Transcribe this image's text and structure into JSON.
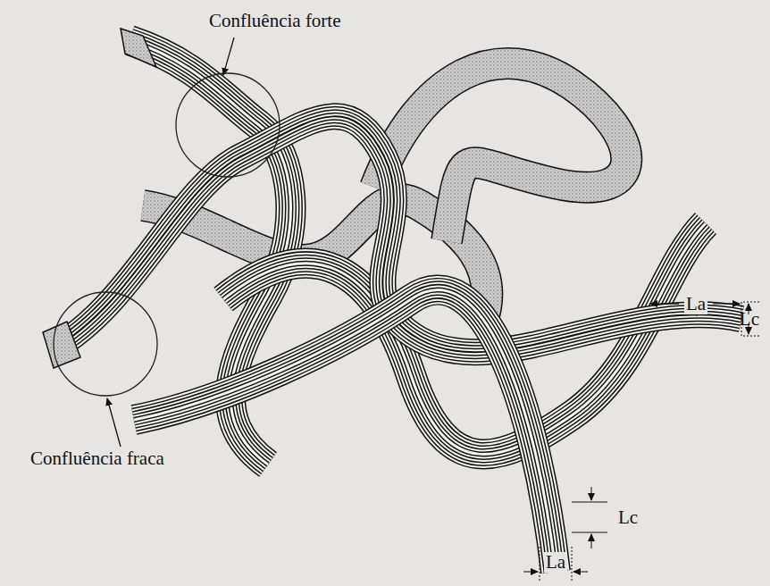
{
  "diagram": {
    "labels": [
      "Confluência forte",
      "Confluência fraca",
      "La",
      "Lc",
      "Lc",
      "La"
    ]
  }
}
